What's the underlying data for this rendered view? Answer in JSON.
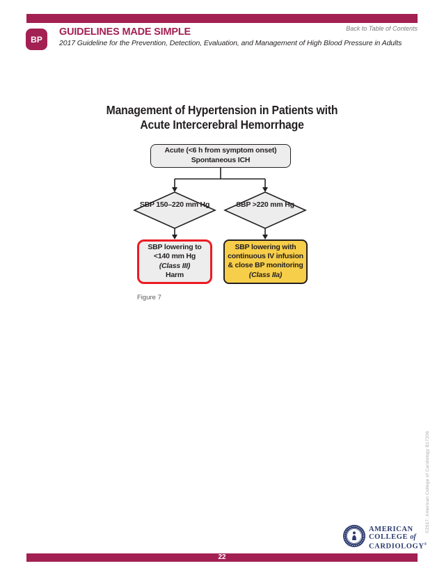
{
  "header": {
    "back_link": "Back to Table of Contents",
    "badge": "BP",
    "brand_title": "GUIDELINES MADE SIMPLE",
    "subtitle": "2017 Guideline for the Prevention, Detection, Evaluation, and Management of High Blood Pressure in Adults"
  },
  "figure": {
    "title_line1": "Management of Hypertension in Patients with",
    "title_line2": "Acute Intercerebral Hemorrhage",
    "caption": "Figure 7",
    "flow": {
      "start_line1": "Acute (<6 h from symptom onset)",
      "start_line2": "Spontaneous ICH",
      "decision_left_line1": "SBP",
      "decision_left_line2": "150–220 mm Hg",
      "decision_right_line1": "SBP",
      "decision_right_line2": ">220 mm Hg",
      "outcome_left_line1": "SBP lowering to",
      "outcome_left_line2": "<140 mm Hg",
      "outcome_left_class": "(Class III)",
      "outcome_left_line4": "Harm",
      "outcome_right_line1": "SBP lowering with",
      "outcome_right_line2": "continuous IV infusion",
      "outcome_right_line3": "& close BP monitoring",
      "outcome_right_class": "(Class IIa)"
    }
  },
  "footer": {
    "side_note": "©2017, American College of Cardiology B17206",
    "page_number": "22",
    "logo": {
      "line1": "AMERICAN",
      "line2a": "COLLEGE",
      "line2b": "of",
      "line3": "CARDIOLOGY",
      "reg": "®"
    }
  },
  "colors": {
    "maroon": "#A32052",
    "yellow": "#F7CE4A",
    "red": "#EC1B23",
    "grayfill": "#EDEDED",
    "ink": "#231F20",
    "navy": "#2B3B6F"
  }
}
